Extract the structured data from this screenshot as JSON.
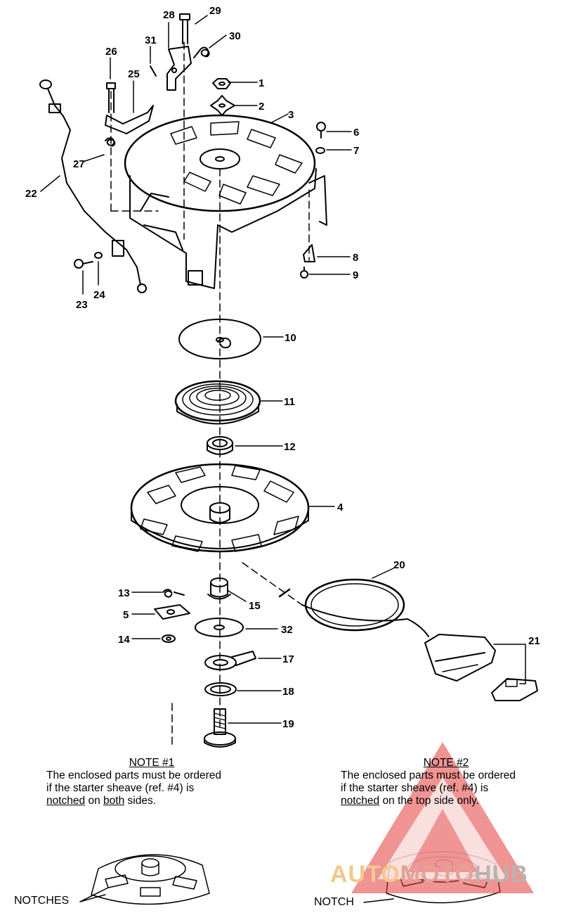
{
  "callouts": [
    "1",
    "2",
    "3",
    "4",
    "5",
    "6",
    "7",
    "8",
    "9",
    "10",
    "11",
    "12",
    "13",
    "14",
    "15",
    "17",
    "18",
    "19",
    "20",
    "21",
    "22",
    "23",
    "24",
    "25",
    "26",
    "27",
    "28",
    "29",
    "30",
    "31",
    "32"
  ],
  "note1": {
    "title": "NOTE #1",
    "l1": "The enclosed parts must be ordered",
    "l2": "if the starter sheave (ref. #4) is",
    "l3a": "notched",
    "l3b": " on ",
    "l3c": "both",
    "l3d": " sides."
  },
  "note2": {
    "title": "NOTE #2",
    "l1": "The enclosed parts must be ordered",
    "l2": "if the starter sheave (ref. #4) is",
    "l3a": "notched",
    "l3b": " on the top side only."
  },
  "detail_labels": {
    "left": "NOTCHES",
    "right": "NOTCH"
  },
  "watermark": {
    "p1": "AUTO",
    "p2": "MOTO",
    "p3": "HUB"
  },
  "colors": {
    "ink": "#000000",
    "watermark_red": "#e23b3b",
    "watermark_orange": "#f3c88a"
  }
}
